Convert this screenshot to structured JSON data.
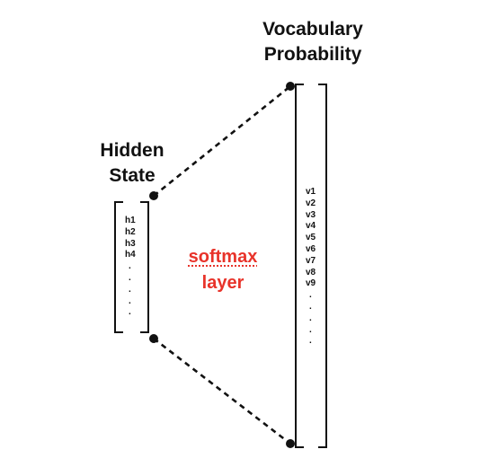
{
  "vocabulary": {
    "title_lines": [
      "Vocabulary",
      "Probability"
    ],
    "entries": [
      "v1",
      "v2",
      "v3",
      "v4",
      "v5",
      "v6",
      "v7",
      "v8",
      "v9",
      ".",
      ".",
      ".",
      ".",
      "."
    ]
  },
  "hidden_state": {
    "title_lines": [
      "Hidden",
      "State"
    ],
    "entries": [
      "h1",
      "h2",
      "h3",
      "h4",
      ".",
      ".",
      ".",
      ".",
      "."
    ]
  },
  "layer": {
    "lines": [
      "softmax",
      "layer"
    ],
    "color": "#e8332a"
  },
  "colors": {
    "ink": "#111111",
    "background": "#ffffff"
  }
}
